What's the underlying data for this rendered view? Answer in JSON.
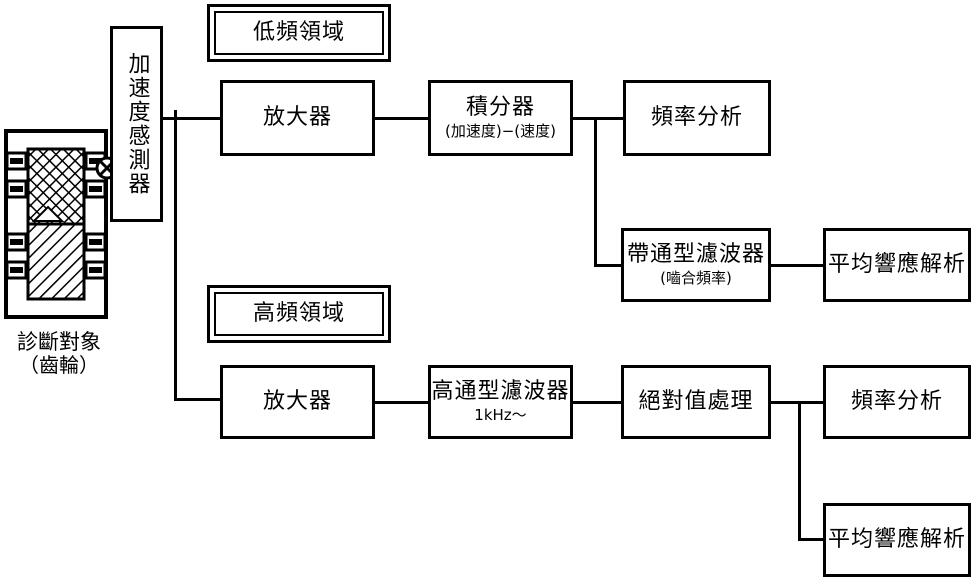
{
  "diagram": {
    "title": "gear-diagnosis-signal-processing-block-diagram",
    "subject": {
      "caption_line1": "診斷對象",
      "caption_line2": "（齒輪）",
      "icon": "gear-cross-section-icon",
      "sensor_mount_icon": "accelerometer-mount-icon"
    },
    "sensor": {
      "label": "加速度感測器"
    },
    "sections": [
      {
        "id": "low",
        "label": "低頻領域"
      },
      {
        "id": "high",
        "label": "高頻領域"
      }
    ],
    "blocks": [
      {
        "id": "amp-low",
        "main": "放大器",
        "sub": ""
      },
      {
        "id": "integrator",
        "main": "積分器",
        "sub": "(加速度)−(速度)"
      },
      {
        "id": "freq-a",
        "main": "頻率分析",
        "sub": ""
      },
      {
        "id": "bpf",
        "main": "帶通型濾波器",
        "sub": "(嚙合頻率)"
      },
      {
        "id": "avg-a",
        "main": "平均響應解析",
        "sub": ""
      },
      {
        "id": "amp-high",
        "main": "放大器",
        "sub": ""
      },
      {
        "id": "hpf",
        "main": "高通型濾波器",
        "sub": "1kHz〜"
      },
      {
        "id": "abs",
        "main": "絕對值處理",
        "sub": ""
      },
      {
        "id": "freq-b",
        "main": "頻率分析",
        "sub": ""
      },
      {
        "id": "avg-b",
        "main": "平均響應解析",
        "sub": ""
      }
    ],
    "colors": {
      "stroke": "#000000",
      "background": "#ffffff"
    }
  }
}
